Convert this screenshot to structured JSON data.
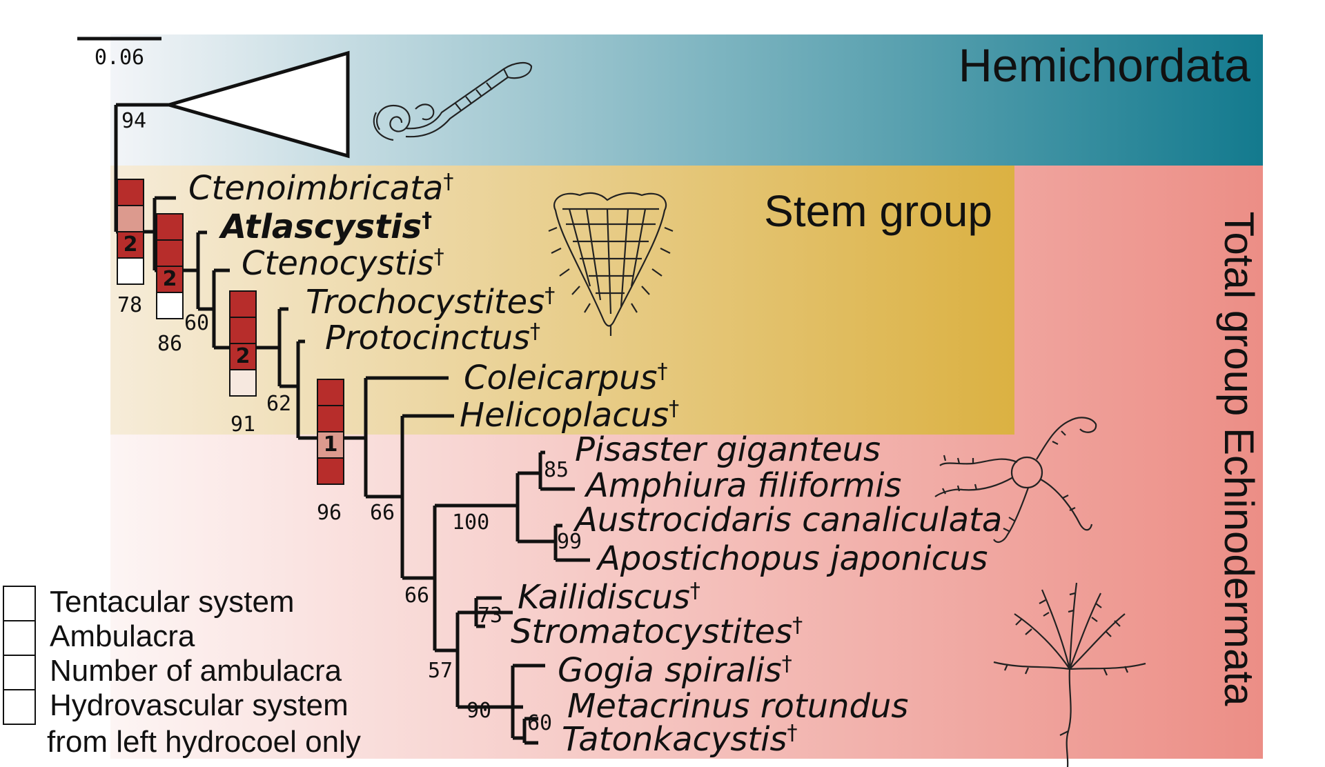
{
  "scale_bar": {
    "label": "0.06"
  },
  "clades": {
    "hemichordata": "Hemichordata",
    "stem_group": "Stem group",
    "total_group": "Total group Echinodermata"
  },
  "colors": {
    "hemi_left": "#f3f5f8",
    "hemi_right": "#137a8e",
    "stem_left": "#f6ecd9",
    "stem_right": "#dbb142",
    "total_left": "#fdf5f4",
    "total_right": "#ec8e86",
    "state_present": "#b72d2b",
    "state_light": "#dc9a8e",
    "state_pale": "#f6e8df",
    "state_absent": "#ffffff"
  },
  "taxa": [
    {
      "key": "ctenoimbricata",
      "name": "Ctenoimbricata",
      "dagger": "†",
      "bold": false
    },
    {
      "key": "atlascystis",
      "name": "Atlascystis",
      "dagger": "†",
      "bold": true
    },
    {
      "key": "ctenocystis",
      "name": "Ctenocystis",
      "dagger": "†",
      "bold": false
    },
    {
      "key": "trochocystites",
      "name": "Trochocystites",
      "dagger": "†",
      "bold": false
    },
    {
      "key": "protocinctus",
      "name": "Protocinctus",
      "dagger": "†",
      "bold": false
    },
    {
      "key": "coleicarpus",
      "name": "Coleicarpus",
      "dagger": "†",
      "bold": false
    },
    {
      "key": "helicoplacus",
      "name": "Helicoplacus",
      "dagger": "†",
      "bold": false
    },
    {
      "key": "pisaster",
      "name": "Pisaster giganteus",
      "dagger": "",
      "bold": false
    },
    {
      "key": "amphiura",
      "name": "Amphiura filiformis",
      "dagger": "",
      "bold": false
    },
    {
      "key": "austrocidaris",
      "name": "Austrocidaris canaliculata",
      "dagger": "",
      "bold": false
    },
    {
      "key": "apostichopus",
      "name": "Apostichopus japonicus",
      "dagger": "",
      "bold": false
    },
    {
      "key": "kailidiscus",
      "name": "Kailidiscus",
      "dagger": "†",
      "bold": false
    },
    {
      "key": "stromatocystites",
      "name": "Stromatocystites",
      "dagger": "†",
      "bold": false
    },
    {
      "key": "gogia",
      "name": "Gogia spiralis",
      "dagger": "†",
      "bold": false
    },
    {
      "key": "metacrinus",
      "name": "Metacrinus rotundus",
      "dagger": "",
      "bold": false
    },
    {
      "key": "tatonkacystis",
      "name": "Tatonkacystis",
      "dagger": "†",
      "bold": false
    }
  ],
  "supports": [
    "94",
    "78",
    "86",
    "60",
    "91",
    "62",
    "96",
    "66",
    "66",
    "57",
    "100",
    "85",
    "99",
    "73",
    "90",
    "60"
  ],
  "character_columns": [
    {
      "key": "c1",
      "states": [
        "present",
        "light",
        "present",
        "absent"
      ],
      "number": "2",
      "support": "78"
    },
    {
      "key": "c2",
      "states": [
        "present",
        "present",
        "present",
        "absent"
      ],
      "number": "2",
      "support": "86"
    },
    {
      "key": "c3",
      "states": [
        "present",
        "present",
        "present",
        "pale"
      ],
      "number": "2",
      "support": "91"
    },
    {
      "key": "c4",
      "states": [
        "present",
        "present",
        "light",
        "present"
      ],
      "number": "1",
      "support": "96"
    }
  ],
  "legend": [
    "Tentacular system",
    "Ambulacra",
    "Number of ambulacra",
    "Hydrovascular system",
    "from left hydrocoel only"
  ],
  "silhouettes": {
    "hemichordate": "acorn-worm-icon",
    "stem": "ctenocystoid-icon",
    "ophiuroid": "brittle-star-icon",
    "crinoid": "crinoid-icon"
  }
}
